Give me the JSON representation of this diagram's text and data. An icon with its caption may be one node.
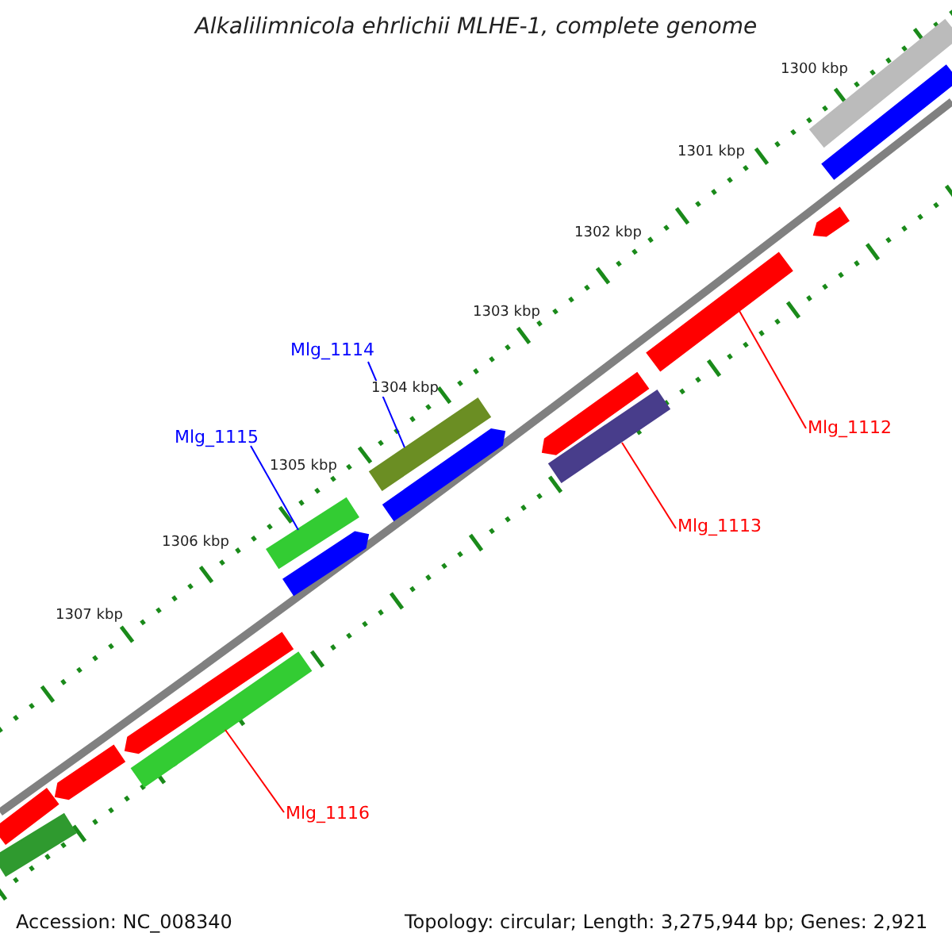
{
  "diagram": {
    "title": "Alkalilimnicola ehrlichii MLHE-1, complete genome",
    "nodes": [
      {
        "text": [
          "Mlg_1114"
        ]
      },
      {
        "text": [
          "Mlg_1112"
        ]
      },
      {
        "text": [
          "Mlg_1115"
        ]
      },
      {
        "text": [
          "Mlg_1113"
        ]
      },
      {
        "text": [
          "Mlg_1116"
        ]
      },
      {
        "text": [],
        "shape": "bar"
      },
      {
        "text": [],
        "shape": "bar"
      },
      {
        "text": [],
        "shape": "bar"
      },
      {
        "text": [],
        "shape": "bar"
      },
      {
        "text": [],
        "shape": "bar"
      },
      {
        "text": [],
        "shape": "bar"
      },
      {
        "text": [],
        "shape": "bar"
      },
      {
        "text": [],
        "shape": "bar"
      },
      {
        "text": [],
        "shape": "bar"
      },
      {
        "text": [],
        "shape": "bar"
      },
      {
        "text": [],
        "shape": "bar"
      },
      {
        "text": [],
        "shape": "bar"
      },
      {
        "text": [],
        "shape": "bar"
      },
      {
        "text": [],
        "shape": "bar"
      },
      {
        "text": [],
        "shape": "bar"
      }
    ],
    "edges": [
      {
        "from": 0,
        "to": 12,
        "arrow": "none",
        "color": "#0000ff"
      },
      {
        "from": 1,
        "to": 16,
        "arrow": "none"
      },
      {
        "from": 2,
        "to": 10,
        "arrow": "none",
        "color": "#0000ff"
      },
      {
        "from": 3,
        "to": 15,
        "arrow": "none"
      },
      {
        "from": 4,
        "to": 9,
        "arrow": "none"
      }
    ],
    "labels": [
      "1300 kbp",
      "1301 kbp",
      "1302 kbp",
      "1303 kbp",
      "1304 kbp",
      "1305 kbp",
      "1306 kbp",
      "1307 kbp",
      "Accession: NC_008340",
      "Topology: circular; Length: 3,275,944 bp; Genes: 2,921"
    ]
  }
}
